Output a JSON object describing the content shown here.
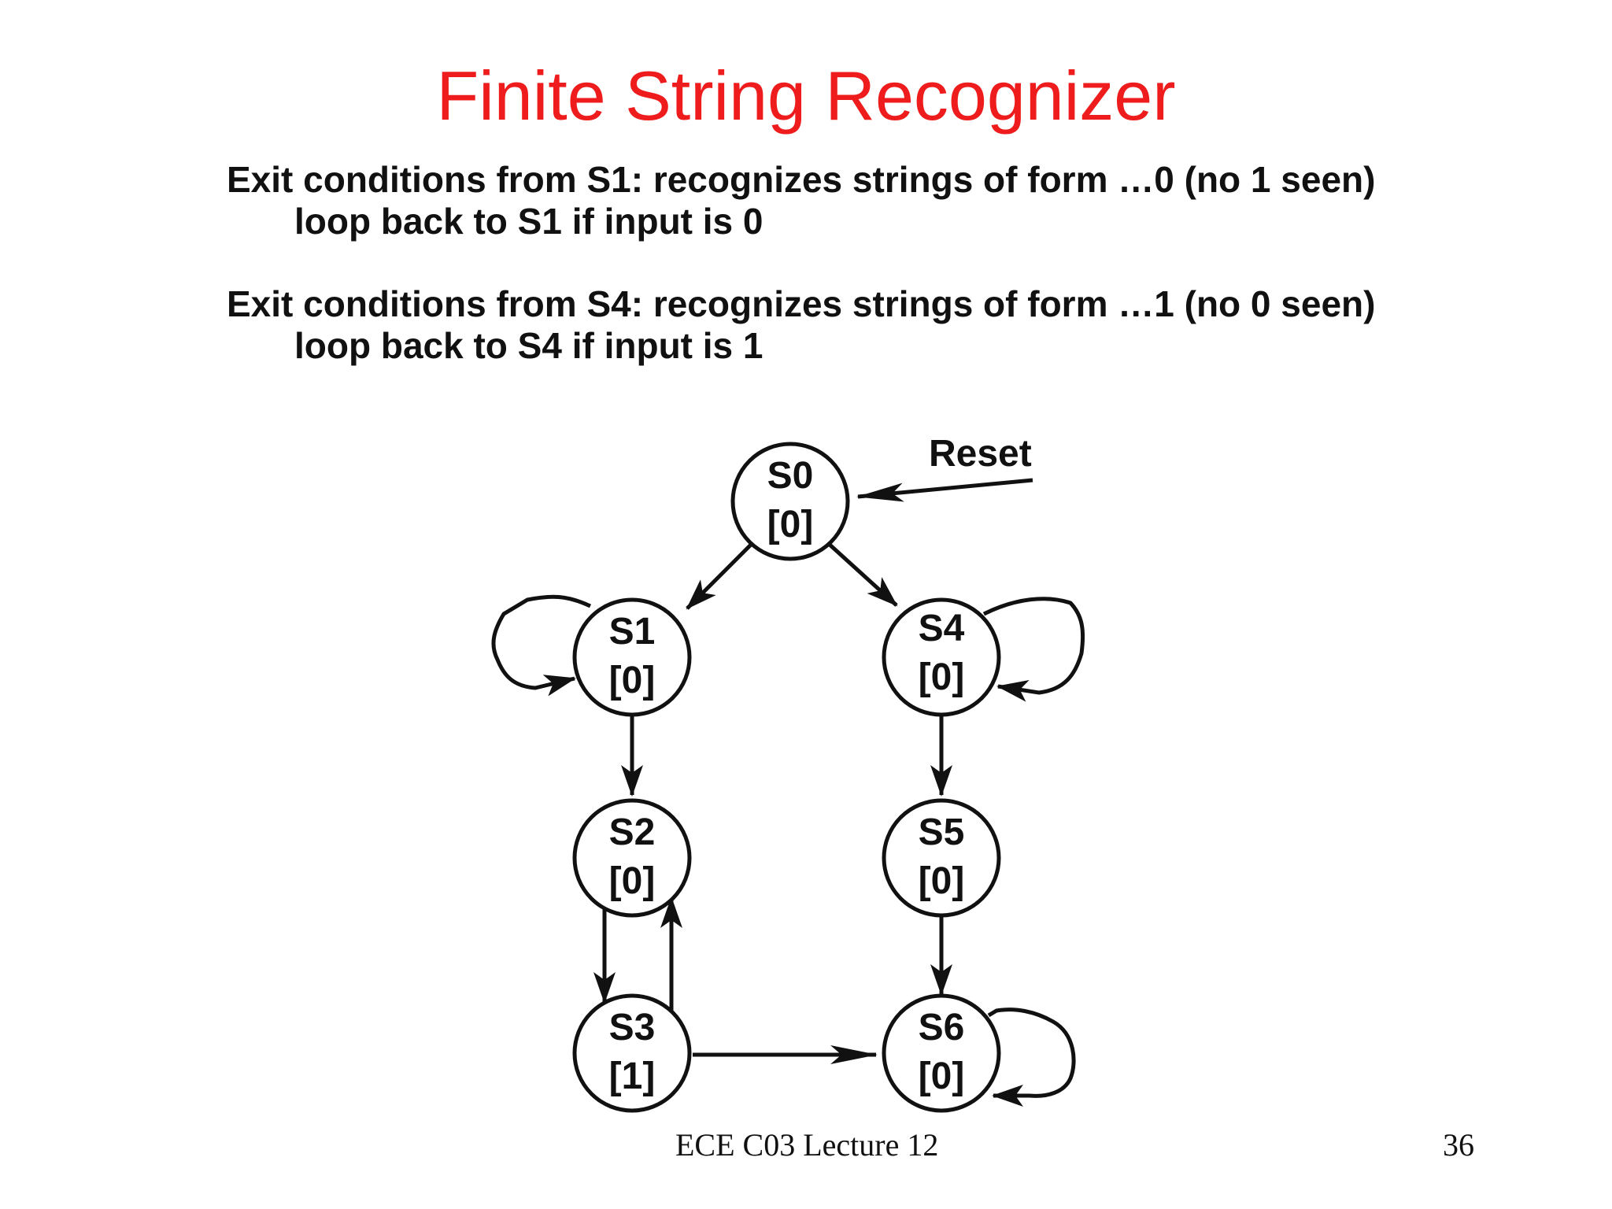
{
  "slide": {
    "title": "Finite String Recognizer",
    "lines": [
      "Exit conditions from S1: recognizes strings of form …0 (no 1 seen)",
      "loop back to S1 if input is 0",
      "Exit conditions from S4: recognizes strings of form …1 (no 0 seen)",
      "loop back to S4 if input is 1"
    ],
    "footer": "ECE C03 Lecture 12",
    "page_number": "36"
  },
  "diagram": {
    "reset_label": "Reset",
    "states": [
      {
        "id": "S0",
        "name": "S0",
        "output": "[0]"
      },
      {
        "id": "S1",
        "name": "S1",
        "output": "[0]"
      },
      {
        "id": "S2",
        "name": "S2",
        "output": "[0]"
      },
      {
        "id": "S3",
        "name": "S3",
        "output": "[1]"
      },
      {
        "id": "S4",
        "name": "S4",
        "output": "[0]"
      },
      {
        "id": "S5",
        "name": "S5",
        "output": "[0]"
      },
      {
        "id": "S6",
        "name": "S6",
        "output": "[0]"
      }
    ],
    "transitions": [
      {
        "from": "S0",
        "to": "S1"
      },
      {
        "from": "S0",
        "to": "S4"
      },
      {
        "from": "S1",
        "to": "S1"
      },
      {
        "from": "S1",
        "to": "S2"
      },
      {
        "from": "S2",
        "to": "S3"
      },
      {
        "from": "S3",
        "to": "S2"
      },
      {
        "from": "S3",
        "to": "S6"
      },
      {
        "from": "S4",
        "to": "S4"
      },
      {
        "from": "S4",
        "to": "S5"
      },
      {
        "from": "S5",
        "to": "S6"
      },
      {
        "from": "S6",
        "to": "S6"
      }
    ],
    "colors": {
      "title": "#ee1c1c",
      "ink": "#111111"
    }
  }
}
